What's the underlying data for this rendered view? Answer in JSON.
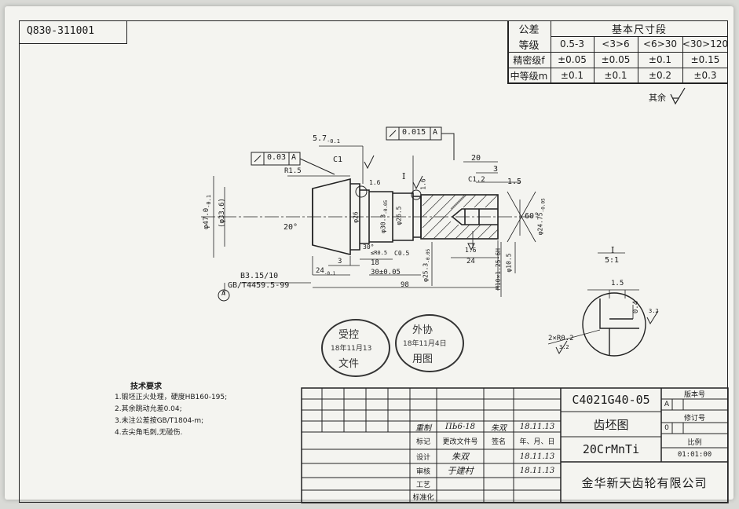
{
  "drawing_number": "Q830-311001",
  "tolerance_table": {
    "header_left_top": "公差",
    "header_left_bottom": "等级",
    "header_right": "基本尺寸段",
    "ranges": [
      "0.5-3",
      "<3>6",
      "<6>30",
      "<30>120"
    ],
    "rows": [
      {
        "label": "精密级f",
        "values": [
          "±0.05",
          "±0.05",
          "±0.1",
          "±0.15"
        ]
      },
      {
        "label": "中等级m",
        "values": [
          "±0.1",
          "±0.1",
          "±0.2",
          "±0.3"
        ]
      }
    ]
  },
  "remaining_roughness": "其余",
  "dimensions": {
    "d_5_7": "5.7",
    "d_5_7_tol": "-0.1",
    "fcf1_value": "0.03",
    "fcf1_datum": "A",
    "fcf2_value": "0.015",
    "fcf2_datum": "A",
    "c1": "C1",
    "r1_5": "R1.5",
    "ra1_6": "1.6",
    "ra1_6b": "1.6",
    "ra1_6c": "1.6",
    "section_mark": "I",
    "d20": "20",
    "d3": "3",
    "d1_5": "1.5",
    "c1_2": "C1.2",
    "d47": "φ47.0",
    "d47_tol": "-0.1",
    "d33_6": "(φ33.6)",
    "angle20": "20°",
    "angle60": "60°",
    "d30_3": "φ30.3",
    "d30_3_tol": "-0.05",
    "d26": "φ26",
    "d26_5": "φ26.5",
    "d24_75": "φ24.75",
    "d24_75_tol": "-0.05",
    "angle30": "30°",
    "r0_5": "≤R0.5",
    "c0_5": "C0.5",
    "d25_3": "φ25.3",
    "d25_3_tol": "-0.05",
    "m10": "M10×1.25-6H",
    "d10_5": "φ10.5",
    "b3_15": "B3.15/10",
    "gb_std": "GB/T4459.5-99",
    "datum_a": "A",
    "dim_3": "3",
    "dim_18": "18",
    "dim_24": "24",
    "dim_24_tol": "-0.1",
    "dim_30": "30±0.05",
    "dim_24b": "24",
    "dim_98": "98"
  },
  "detail": {
    "label": "I",
    "scale": "5:1",
    "d1_5": "1.5",
    "d0_4": "0.4",
    "r0_2": "2×R0.2",
    "ra3_2": "3.2",
    "ra3_2b": "3.2"
  },
  "stamps": [
    {
      "line1": "受控",
      "line2": "18年11月13",
      "line3": "文件"
    },
    {
      "line1": "外协",
      "line2": "18年11月4日",
      "line3": "用图"
    }
  ],
  "notes": {
    "title": "技术要求",
    "items": [
      "1.锻坯正火处理，硬度HB160-195;",
      "2.其余跳动允差0.04;",
      "3.未注公差按GB/T1804-m;",
      "4.去尖角毛刺,无碰伤."
    ]
  },
  "title_block": {
    "part_number": "C4021G40-05",
    "part_name": "齿坯图",
    "material": "20CrMnTi",
    "company": "金华新天齿轮有限公司",
    "version_label": "版本号",
    "version_value": "A",
    "revision_label": "修订号",
    "revision_value": "0",
    "scale_label": "比例",
    "scale_value": "01:01:00",
    "row_labels": [
      "标记",
      "设计",
      "审核",
      "工艺",
      "标准化"
    ],
    "head_labels": [
      "更改文件号",
      "签名",
      "年、月、日"
    ],
    "handwritten_top": [
      "重制",
      "ПЬ6-18",
      "朱双",
      "18.11.13"
    ],
    "handwritten_design": [
      "朱双",
      "18.11.13"
    ],
    "handwritten_review": [
      "于建村",
      "18.11.13"
    ]
  }
}
